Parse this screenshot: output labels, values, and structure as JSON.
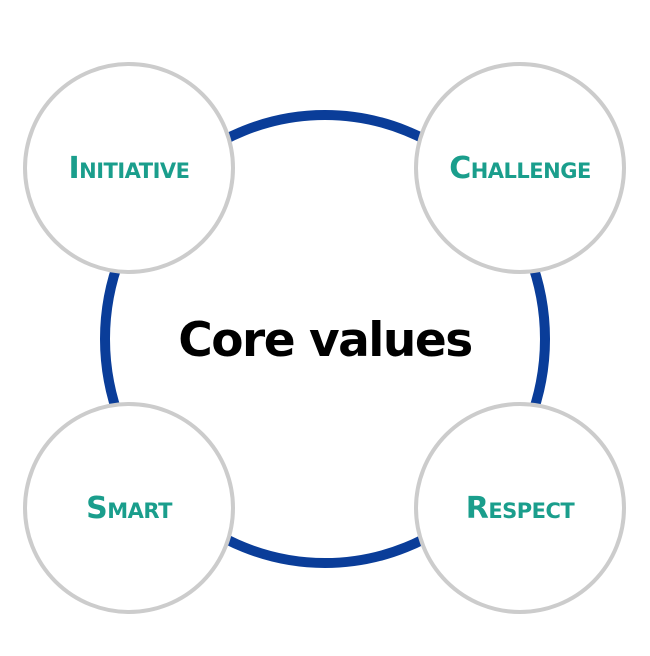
{
  "diagram": {
    "center_label": "Core values",
    "nodes": [
      {
        "label": "Initiative"
      },
      {
        "label": "Challenge"
      },
      {
        "label": "Smart"
      },
      {
        "label": "Respect"
      }
    ]
  },
  "colors": {
    "ring": "#0a3d99",
    "node_border": "#cccccc",
    "node_label": "#1a9e8c",
    "center_text": "#000000",
    "background": "#ffffff"
  }
}
